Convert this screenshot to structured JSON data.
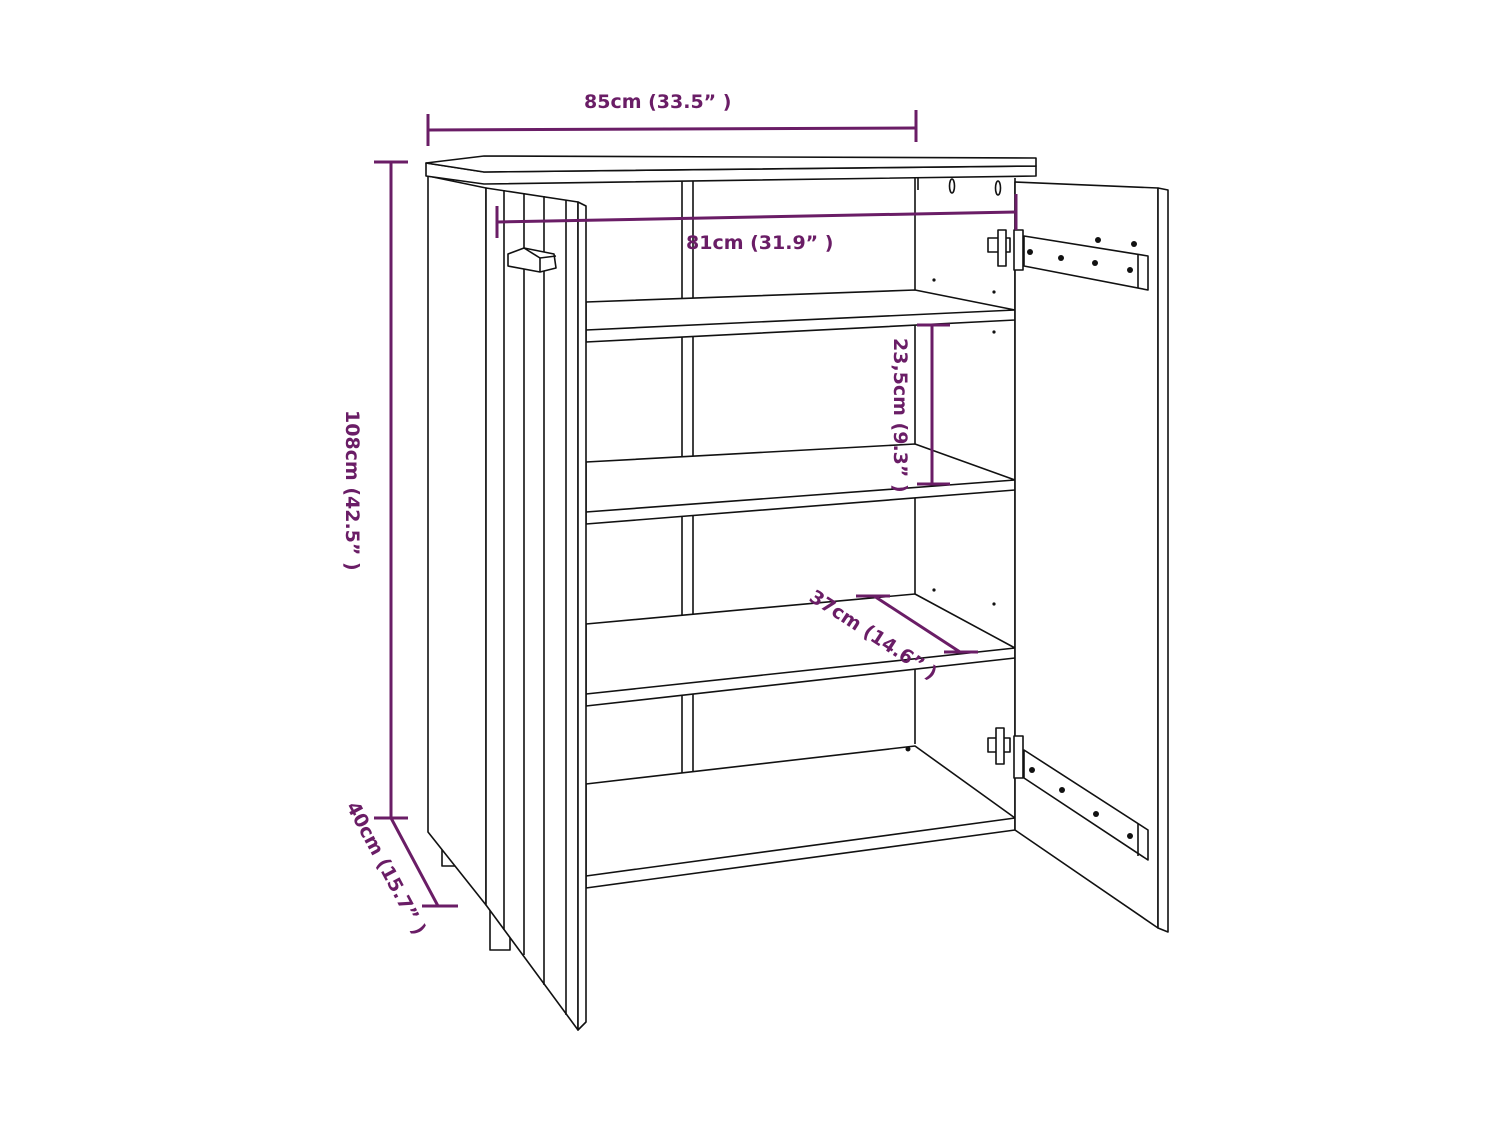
{
  "diagram": {
    "subject": "Shoe cabinet with two open doors and four shelves",
    "accent_color": "#6a1d66",
    "line_color": "#111111",
    "background": "#ffffff",
    "dimensions": {
      "width": {
        "label": "85cm (33.5” )",
        "value_cm": 85,
        "value_in": 33.5
      },
      "inner_width": {
        "label": "81cm (31.9” )",
        "value_cm": 81,
        "value_in": 31.9
      },
      "height": {
        "label": "108cm (42.5” )",
        "value_cm": 108,
        "value_in": 42.5
      },
      "shelf_spacing": {
        "label": "23,5cm (9.3” )",
        "value_cm": 23.5,
        "value_in": 9.3
      },
      "shelf_depth": {
        "label": "37cm (14.6” )",
        "value_cm": 37,
        "value_in": 14.6
      },
      "depth": {
        "label": "40cm (15.7” )",
        "value_cm": 40,
        "value_in": 15.7
      }
    },
    "parts": [
      "top-panel",
      "left-side-panel",
      "left-door",
      "door-handle",
      "right-door",
      "hinge-top",
      "hinge-bottom",
      "shelf-1",
      "shelf-2",
      "shelf-3",
      "bottom-shelf",
      "legs"
    ]
  }
}
